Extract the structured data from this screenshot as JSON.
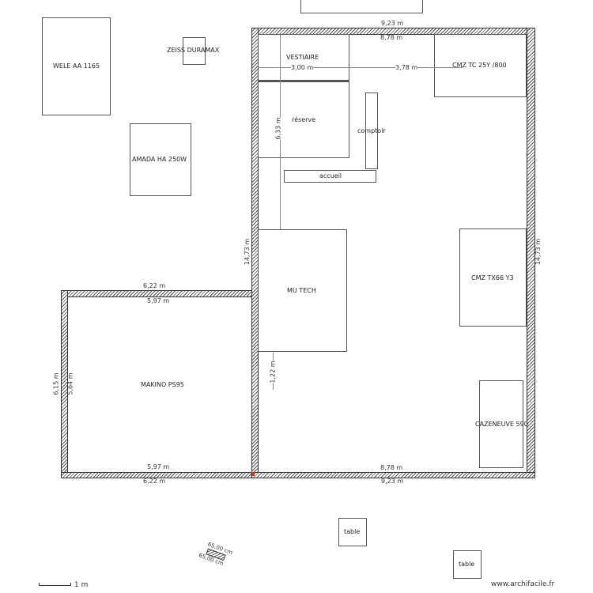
{
  "floorplan": {
    "rooms": {
      "main": {
        "outer_width": "9,23 m",
        "inner_width": "8,78 m",
        "outer_height": "14,73 m",
        "bottom_inner": "8,78 m",
        "bottom_outer": "9,23 m"
      },
      "annex": {
        "outer_width": "6,22 m",
        "inner_width": "5,97 m",
        "outer_height": "6,15 m",
        "inner_height": "5,64 m",
        "bottom_inner": "5,97 m",
        "bottom_outer": "6,22 m"
      }
    },
    "dimensions": {
      "vestiaire_width": "3,00 m",
      "gap_width": "3,78 m",
      "vertical_span": "6,33 m",
      "mutech_gap": "1,22 m",
      "left_height": "14,73 m",
      "right_height": "14,73 m"
    },
    "objects": [
      {
        "id": "wele",
        "label": "WELE AA 1165"
      },
      {
        "id": "zeiss",
        "label": "ZEISS DURAMAX"
      },
      {
        "id": "amada",
        "label": "AMADA HA 250W"
      },
      {
        "id": "vestiaire",
        "label": "VESTIAIRE"
      },
      {
        "id": "cmz-tc",
        "label": "CMZ TC 25Y /800"
      },
      {
        "id": "reserve",
        "label": "réserve"
      },
      {
        "id": "comptoir",
        "label": "comptoir"
      },
      {
        "id": "accueil",
        "label": "accueil"
      },
      {
        "id": "mutech",
        "label": "MU TECH"
      },
      {
        "id": "cmz-tx",
        "label": "CMZ TX66 Y3"
      },
      {
        "id": "cazeneuve",
        "label": "CAZENEUVE 590"
      },
      {
        "id": "makino",
        "label": "MAKINO PS95"
      },
      {
        "id": "table1",
        "label": "table"
      },
      {
        "id": "table2",
        "label": "table"
      }
    ],
    "small_wall": {
      "dim1": "65,00 cm",
      "dim2": "65,00 cm"
    }
  },
  "footer": {
    "scale": "1 m",
    "watermark": "www.archifacile.fr"
  }
}
